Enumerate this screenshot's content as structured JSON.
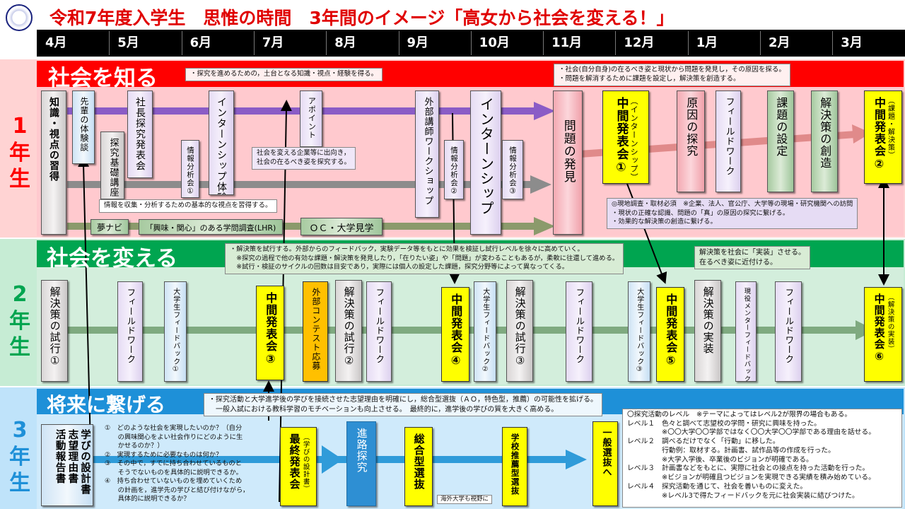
{
  "title": "令和7年度入学生　思惟の時間　3年間のイメージ「高女から社会を変える！」",
  "months": [
    "4月",
    "5月",
    "6月",
    "7月",
    "8月",
    "9月",
    "10月",
    "11月",
    "12月",
    "1月",
    "2月",
    "3月"
  ],
  "colors": {
    "year1": "#ff0000",
    "year2": "#00a550",
    "year3": "#1e90d8",
    "header_bar": "#000000"
  },
  "year1": {
    "label": "1年生",
    "heading": "社会を知る",
    "note_top": "・探究を進めるための，土台となる知識・視点・経験を得る。",
    "note_right": "・社会(自分自身)の在るべき姿と現状から問題を発見し，その原因を探る。\n・問題を解消するために課題を設定し，解決策を創造する。",
    "boxes": {
      "chishiki": "知識・視点の習得",
      "senpai": "先輩の体験談",
      "tankyu_kiso": "探究基礎講座",
      "shacho": "社長探究発表会",
      "joho1": "情報分析会①",
      "intern": "インターンシップ体験",
      "appoint": "アポイント",
      "gaibu": "外部講師ワークショップ",
      "joho2": "情報分析会②",
      "intern2": "インターンシップ",
      "joho3": "情報分析会③",
      "mondai": "問題の発見",
      "chukan1": "中間発表会①",
      "chukan1_sub": "（インターンシップ）",
      "genin": "原因の探究",
      "field": "フィールドワーク",
      "kadai": "課題の設定",
      "kaiketsu": "解決策の創造",
      "chukan2": "中間発表会②",
      "chukan2_sub": "（課題・解決策）",
      "yumenavi": "夢ナビ",
      "kyomi": "「興味・関心」のある学問調査(LHR)",
      "oc": "ＯＣ・大学見学"
    },
    "note_kigyo": "社会を変える企業等に出向き，\n社会の在るべき姿を探究する。",
    "note_joho": "情報を収集・分析するための基本的な視点を習得する。",
    "note_genchi": "◎現地調査・取材必須　※企業、法人、官公庁、大学等の現場・研究機関への訪問\n・現状の正確な認識、問題の「真」の原因の探究に繋げる。\n・効果的な解決策の創造に繋げる。"
  },
  "year2": {
    "label": "2年生",
    "heading": "社会を変える",
    "note_main": "・解決策を試行する。外部からのフィードバック，実験データ等をもとに効果を検証し試行レベルを徐々に高めていく。\n　※探究の過程で他の有効な課題・解決策を発見したり，「在りたい姿」や「問題」が変わることもあるが，柔軟に往還して進める。\n　※試行・検証のサイクルの回数は目安であり，実際には個人の設定した課題，探究分野等によって異なってくる。",
    "note_right": "解決策を社会に「実装」させる。\n在るべき姿に近付ける。",
    "boxes": {
      "shiko1": "解決策の試行①",
      "field1": "フィールドワーク",
      "daigaku_fb1": "大学生フィードバック①",
      "chukan3": "中間発表会③",
      "contest": "外部コンテスト応募",
      "shiko2": "解決策の試行②",
      "field2": "フィールドワーク",
      "chukan4": "中間発表会④",
      "daigaku_fb2": "大学生フィードバック②",
      "shiko3": "解決策の試行③",
      "field3": "フィールドワーク",
      "daigaku_fb3": "大学生フィードバック③",
      "chukan5": "中間発表会⑤",
      "jisso": "解決策の実装",
      "mentor_fb": "現役メンターフィードバック",
      "field4": "フィールドワーク",
      "chukan6": "中間発表会⑥",
      "chukan6_sub": "（解決策の実装）"
    }
  },
  "year3": {
    "label": "3年生",
    "heading": "将来に繋げる",
    "note_main": "・探究活動と大学進学後の学びを接続させた志望理由を明確にし，総合型選抜（ＡＯ，特色型，推薦）の可能性を拡げる。\n　一般入試における教科学習のモチベーションも向上させる。　最終的に，進学後の学びの質を大きく高める。",
    "boxes": {
      "katsudo": "活動報告書",
      "shibo": "志望理由書",
      "manabi": "学びの設計書",
      "saishu": "最終発表会",
      "saishu_sub": "（学びの設計書）",
      "shinro": "進路探究",
      "sogo": "総合型選抜",
      "suisen": "学校推薦型選抜",
      "ippan": "一般選抜へ"
    },
    "questions": "①　どのような社会を実現したいのか？（自分\n　　の興味関心をよい社会作りにどのように生\n　　かせるのか？）\n②　実現するために必要なものは何か？\n③　その中で，すでに持ち合わせているものと\n　　そうでないものを具体的に説明できるか。\n④　持ち合わせていないものを埋めていくため\n　　の計画を，進学先の学びと結び付けながら，\n　　具体的に説明できるか？",
    "kaigai": "海外大学も視野に",
    "levels": "〇探究活動のレベル　※テーマによってはレベル2が限界の場合もある。\nレベル１　色々と調べて志望校の学問・研究に興味を持った。\n　　　　　※〇〇大学〇〇学部ではなく〇〇大学〇〇学部である理由を話せる。\nレベル２　調べるだけでなく「行動」に移した。\n　　　　　行動例：取材する。計画書、試作品等の作成を行った。\n　　　　　※大学入学後、卒業後のビジョンが明確である。\nレベル３　計画書などをもとに、実際に社会との接点を持った活動を行った。\n　　　　　※ビジョンが明確且つビジョンを実現できる実績を積み始めている。\nレベル４　探究活動を通じて、社会を善いものに変えた。\n　　　　　※レベル3で得たフィードバックを元に社会実装に結びつけた。"
  }
}
